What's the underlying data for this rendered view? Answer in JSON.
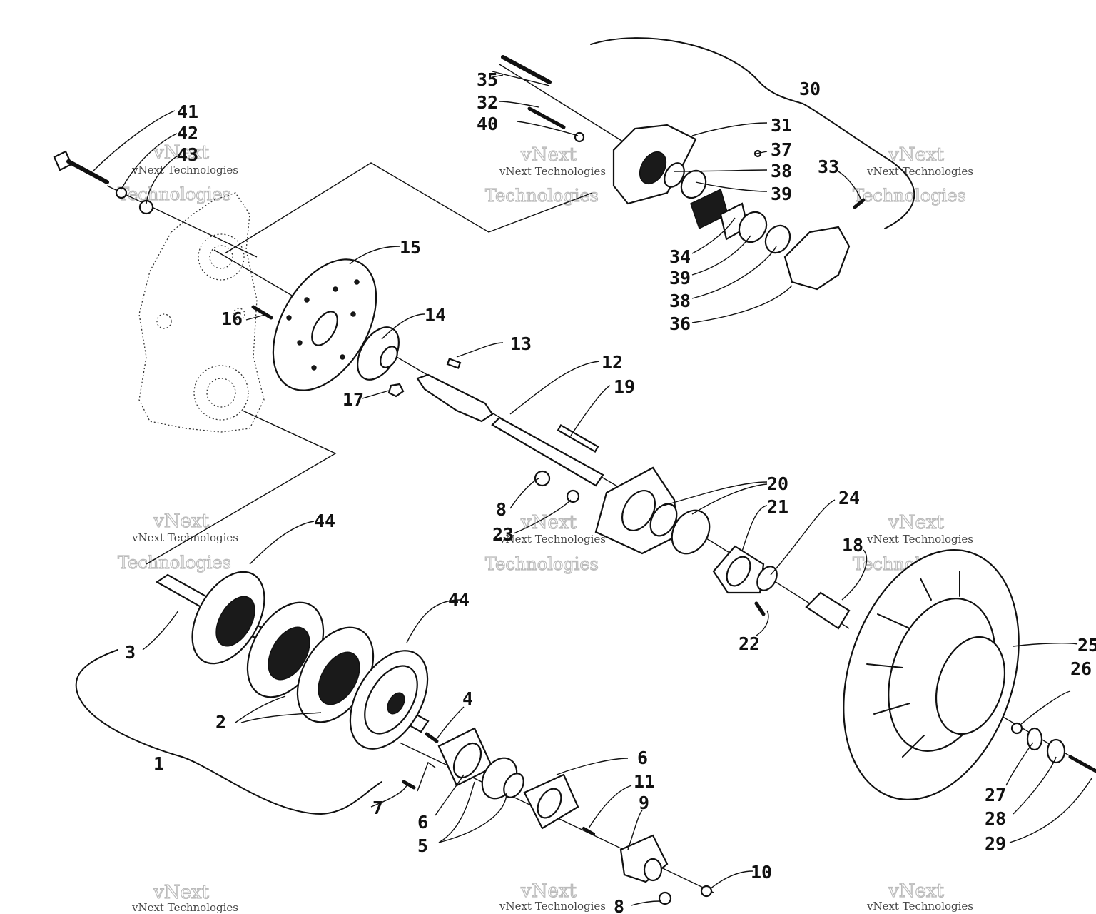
{
  "watermark": {
    "brand": "vNext",
    "line": "vNext Technologies",
    "word": "Technologies"
  },
  "callouts": {
    "c1": "1",
    "c2": "2",
    "c3": "3",
    "c4": "4",
    "c5": "5",
    "c6a": "6",
    "c6b": "6",
    "c7": "7",
    "c8a": "8",
    "c8b": "8",
    "c9": "9",
    "c10": "10",
    "c11": "11",
    "c12": "12",
    "c13": "13",
    "c14": "14",
    "c15": "15",
    "c16": "16",
    "c17": "17",
    "c18": "18",
    "c19": "19",
    "c20": "20",
    "c21": "21",
    "c22": "22",
    "c23": "23",
    "c24": "24",
    "c25": "25",
    "c26": "26",
    "c27": "27",
    "c28": "28",
    "c29": "29",
    "c30": "30",
    "c31": "31",
    "c32": "32",
    "c33": "33",
    "c34": "34",
    "c35": "35",
    "c36": "36",
    "c37": "37",
    "c38a": "38",
    "c38b": "38",
    "c39a": "39",
    "c39b": "39",
    "c40": "40",
    "c41": "41",
    "c42": "42",
    "c43": "43",
    "c44a": "44",
    "c44b": "44"
  }
}
